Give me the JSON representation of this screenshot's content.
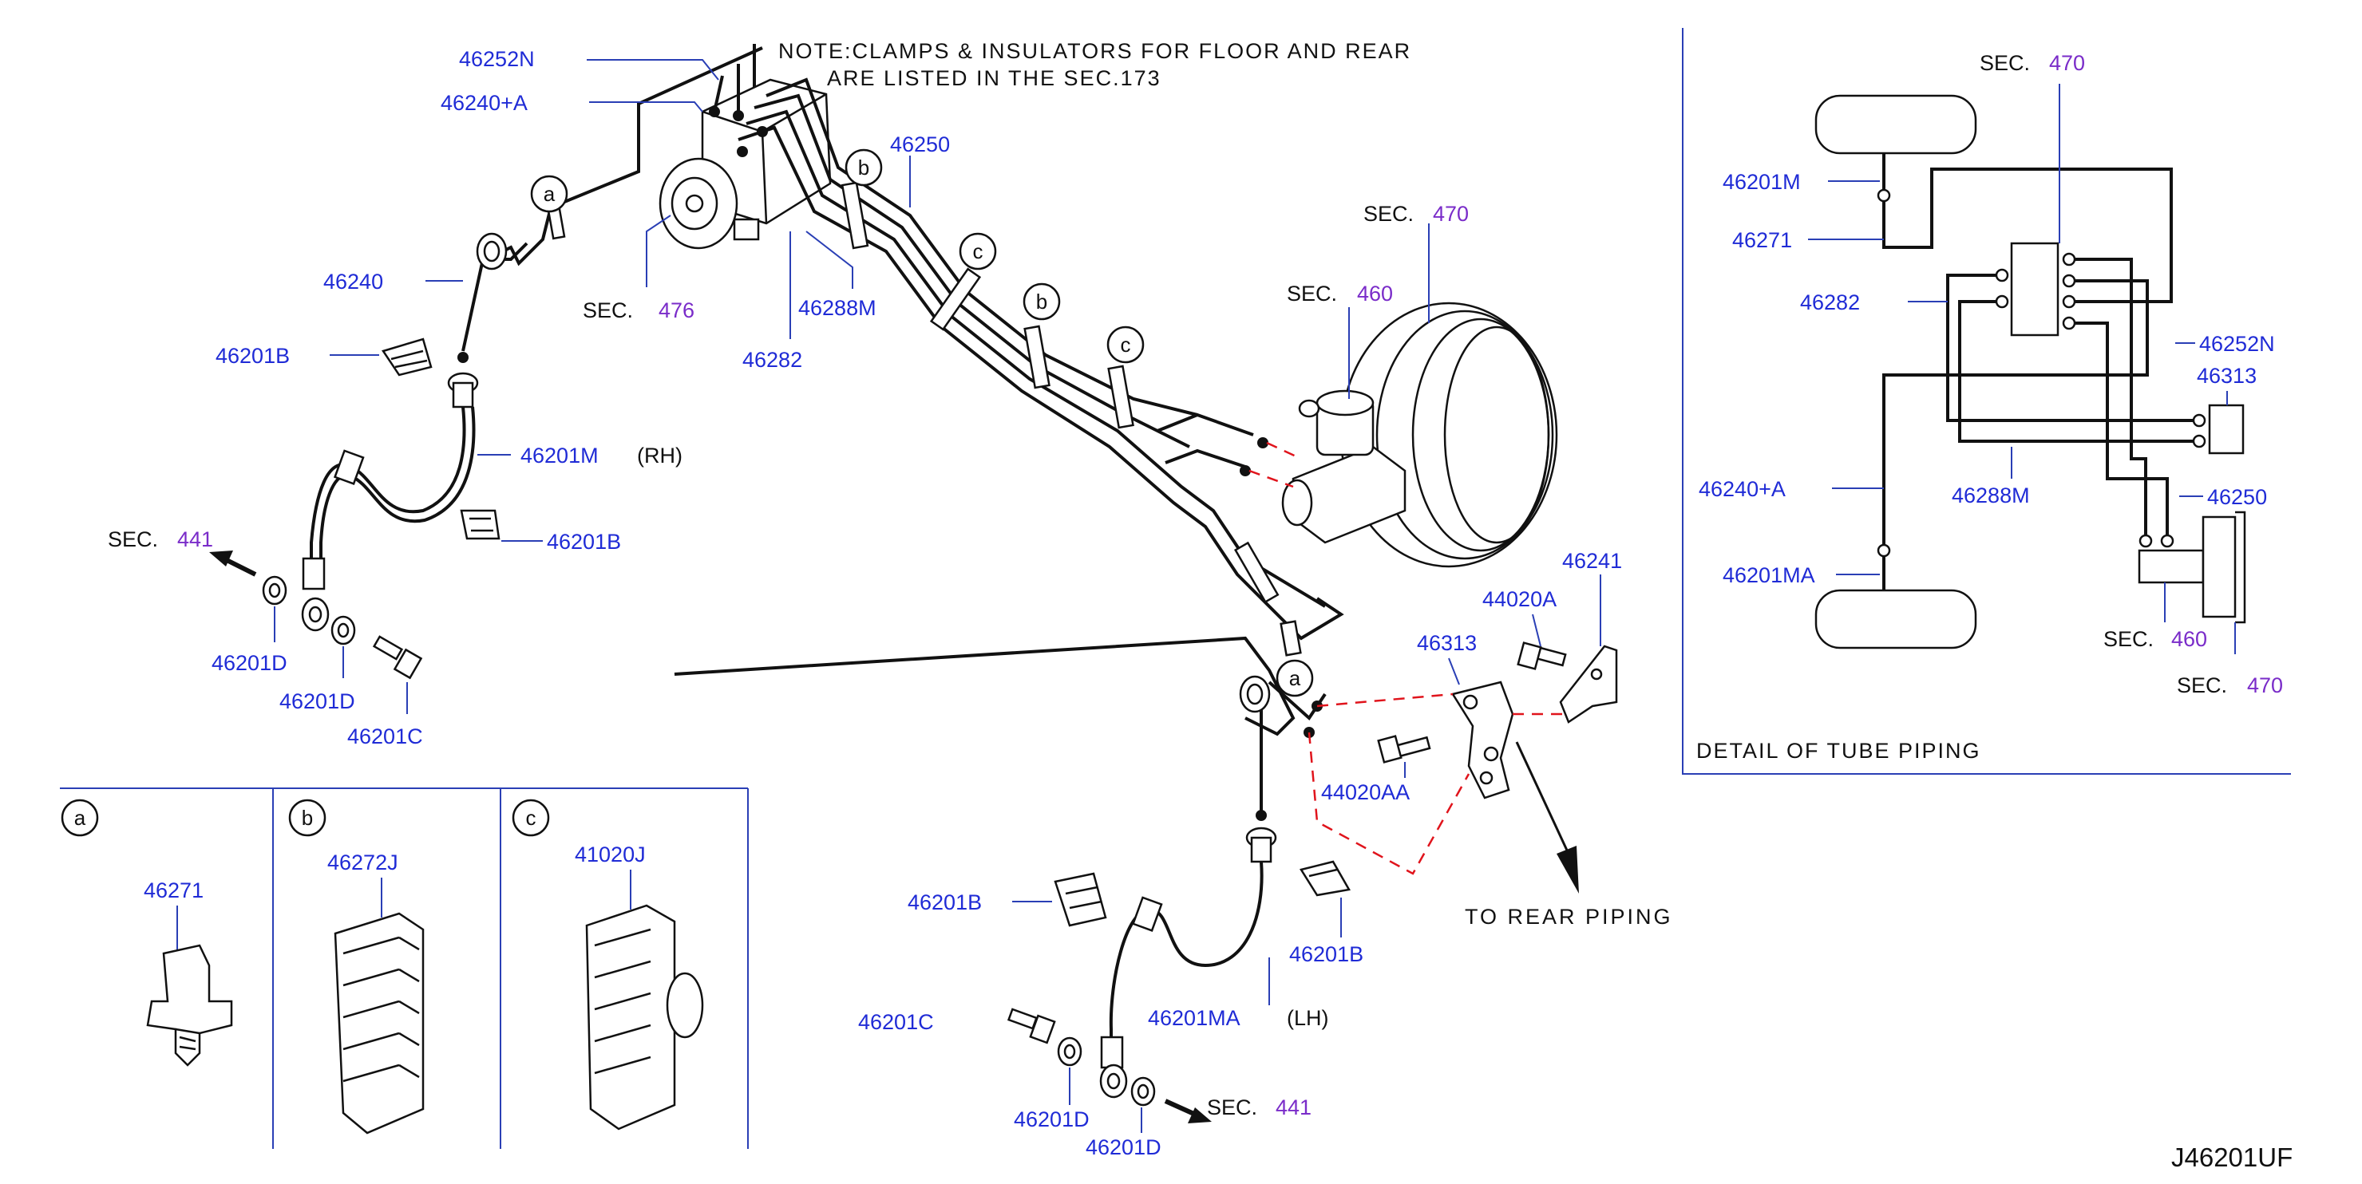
{
  "note": {
    "line1": "NOTE:CLAMPS & INSULATORS FOR FLOOR AND REAR",
    "line2": "ARE LISTED IN THE SEC.173"
  },
  "main_labels": {
    "p46252N": "46252N",
    "p46240A": "46240+A",
    "p46240": "46240",
    "p46201B_1": "46201B",
    "p46201M": "46201M",
    "rh": "(RH)",
    "p46201B_2": "46201B",
    "p46201D_1": "46201D",
    "p46201D_2": "46201D",
    "p46201C_1": "46201C",
    "p46250": "46250",
    "p46288M": "46288M",
    "p46282": "46282",
    "p46241": "46241",
    "p44020A": "44020A",
    "p46313": "46313",
    "p44020AA": "44020AA",
    "p46201B_3": "46201B",
    "p46201B_4": "46201B",
    "p46201MA": "46201MA",
    "lh": "(LH)",
    "p46201C_2": "46201C",
    "p46201D_3": "46201D",
    "p46201D_4": "46201D",
    "to_rear": "TO REAR PIPING"
  },
  "sections": {
    "sec_word": "SEC.",
    "s476": "476",
    "s441_rh": "441",
    "s470": "470",
    "s460": "460",
    "s441_lh": "441"
  },
  "callouts": {
    "a": "a",
    "b": "b",
    "c": "c"
  },
  "insets": [
    {
      "letter": "a",
      "part": "46271"
    },
    {
      "letter": "b",
      "part": "46272J"
    },
    {
      "letter": "c",
      "part": "41020J"
    }
  ],
  "detail": {
    "title": "DETAIL OF TUBE PIPING",
    "sec470_top": "470",
    "sec460": "460",
    "sec470_bottom": "470",
    "p46201M": "46201M",
    "p46271": "46271",
    "p46282": "46282",
    "p46252N": "46252N",
    "p46313": "46313",
    "p46240A": "46240+A",
    "p46288M": "46288M",
    "p46250": "46250",
    "p46201MA": "46201MA"
  },
  "diagram_code": "J46201UF",
  "colors": {
    "part_label": "#1f2bd6",
    "section_number": "#7a2cc9",
    "leader": "#2a3fb5",
    "dashed_link": "#e0141c"
  }
}
